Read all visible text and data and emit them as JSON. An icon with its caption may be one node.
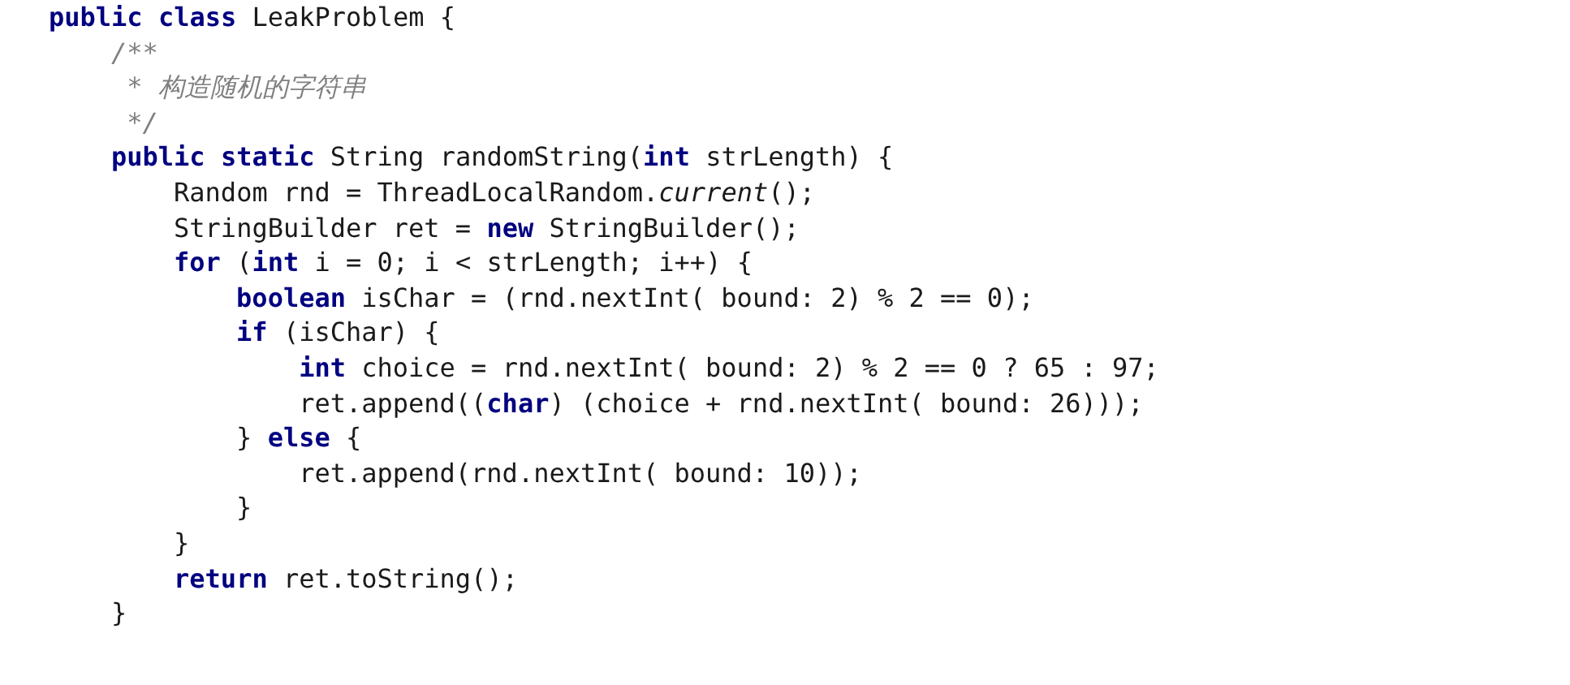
{
  "diagram": {
    "labels": [
      "**public** **class** LeakProblem {",
      "/**",
      "* 构造随机的字符串",
      "*/",
      "**public** **static** String randomString(**int** strLength) {",
      "Random rnd = ThreadLocalRandom.*current*();",
      "StringBuilder ret = **new** StringBuilder();",
      "**for** (**int** i = 0; i < strLength; i++) {",
      "**boolean** isChar = (rnd.nextInt( bound: 2) % 2 == 0);",
      "**if** (isChar) {",
      "**int** choice = rnd.nextInt( bound: 2) % 2 == 0 ? 65 : 97;",
      "ret.append((**char**) (choice + rnd.nextInt( bound: 26)));",
      "} **else** {",
      "ret.append(rnd.nextInt( bound: 10));",
      "}",
      "}",
      "**return** ret.toString();",
      "}"
    ]
  }
}
